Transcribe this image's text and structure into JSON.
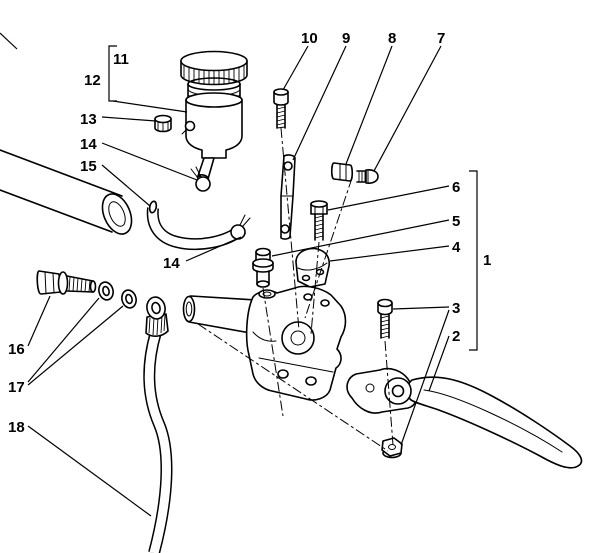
{
  "diagram": {
    "type": "exploded-parts-diagram",
    "callouts": {
      "n1": "1",
      "n2": "2",
      "n3": "3",
      "n4": "4",
      "n5": "5",
      "n6": "6",
      "n7": "7",
      "n8": "8",
      "n9": "9",
      "n10": "10",
      "n11": "11",
      "n12": "12",
      "n13": "13",
      "n14a": "14",
      "n14b": "14",
      "n15": "15",
      "n16": "16",
      "n17": "17",
      "n18": "18"
    },
    "colors": {
      "line": "#000000",
      "background": "#ffffff"
    }
  }
}
